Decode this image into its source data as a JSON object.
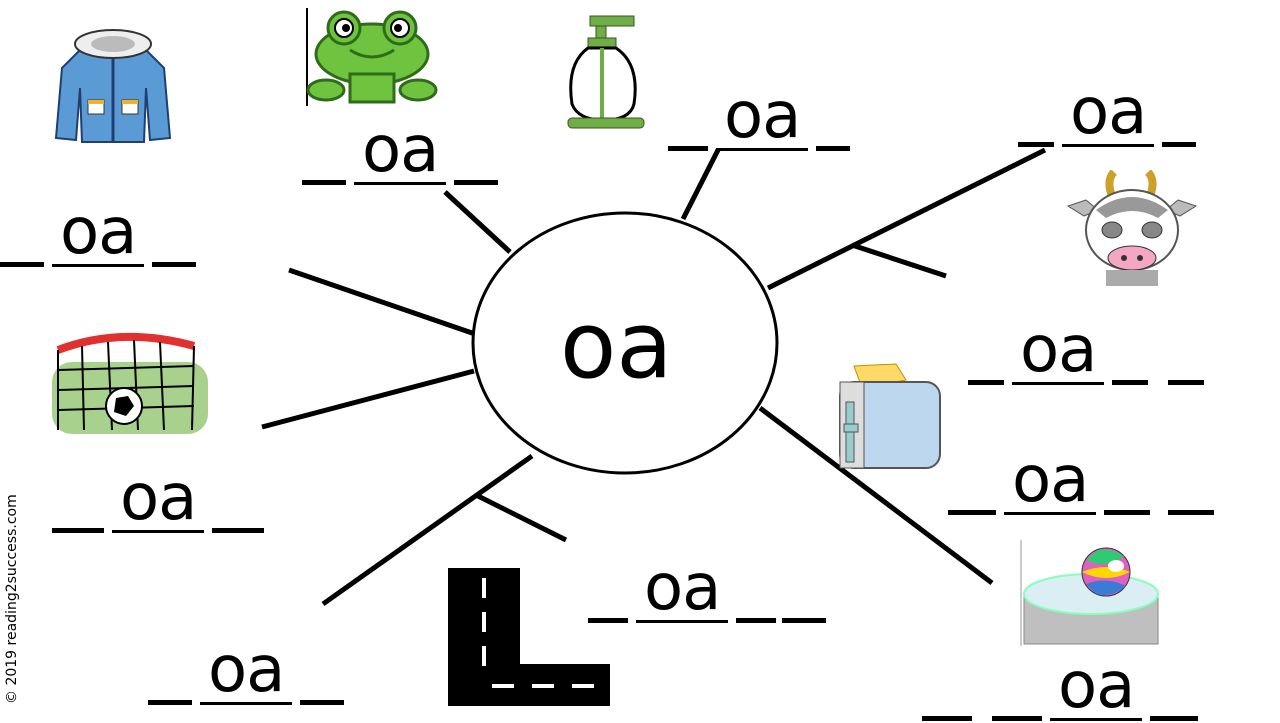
{
  "hub": {
    "text": "oa"
  },
  "copyright": "© 2019 reading2success.com",
  "words": [
    {
      "id": "coat-word",
      "blanks_before": 1,
      "text": "oa",
      "blanks_after": 1
    },
    {
      "id": "frog-word",
      "blanks_before": 1,
      "text": "oa",
      "blanks_after": 1
    },
    {
      "id": "soap-word",
      "blanks_before": 1,
      "text": "oa",
      "blanks_after": 1
    },
    {
      "id": "goat-word",
      "blanks_before": 1,
      "text": "oa",
      "blanks_after": 1
    },
    {
      "id": "goal-word",
      "blanks_before": 1,
      "text": "oa",
      "blanks_after": 1
    },
    {
      "id": "toast-word",
      "blanks_before": 1,
      "text": "oa",
      "blanks_after": 2
    },
    {
      "id": "road-word",
      "blanks_before": 1,
      "text": "oa",
      "blanks_after": 1
    },
    {
      "id": "road-word-2",
      "blanks_before": 1,
      "text": "oa",
      "blanks_after": 2
    },
    {
      "id": "toaster-word",
      "blanks_before": 1,
      "text": "oa",
      "blanks_after": 2
    },
    {
      "id": "float-word",
      "blanks_before": 2,
      "text": "oa",
      "blanks_after": 1
    }
  ],
  "pictures": [
    "coat-icon",
    "frog-icon",
    "soap-dispenser-icon",
    "goat-icon",
    "soccer-goal-icon",
    "toaster-icon",
    "road-icon",
    "beach-ball-float-icon"
  ]
}
